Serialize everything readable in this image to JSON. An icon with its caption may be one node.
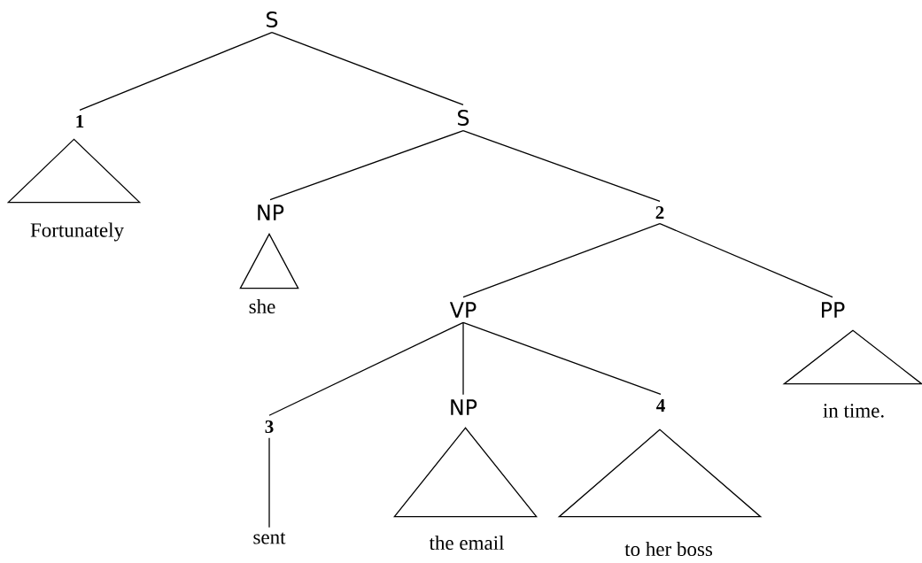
{
  "diagram": {
    "nodes": [
      {
        "text": [
          "S"
        ]
      },
      {
        "text": [
          "1"
        ]
      },
      {
        "text": [],
        "shape": "triangle"
      },
      {
        "text": [
          "Fortunately"
        ]
      },
      {
        "text": [
          "S"
        ]
      },
      {
        "text": [
          "NP"
        ]
      },
      {
        "text": [],
        "shape": "triangle"
      },
      {
        "text": [
          "she"
        ]
      },
      {
        "text": [
          "2"
        ]
      },
      {
        "text": [
          "VP"
        ]
      },
      {
        "text": [
          "PP"
        ]
      },
      {
        "text": [],
        "shape": "triangle"
      },
      {
        "text": [
          "in time."
        ]
      },
      {
        "text": [
          "3"
        ]
      },
      {
        "text": [
          "sent"
        ]
      },
      {
        "text": [
          "NP"
        ]
      },
      {
        "text": [],
        "shape": "triangle"
      },
      {
        "text": [
          "the email"
        ]
      },
      {
        "text": [
          "4"
        ]
      },
      {
        "text": [],
        "shape": "triangle"
      },
      {
        "text": [
          "to her boss"
        ]
      }
    ],
    "edges": [
      {
        "from": 0,
        "to": 1,
        "arrow": "none"
      },
      {
        "from": 0,
        "to": 4,
        "arrow": "none"
      },
      {
        "from": 4,
        "to": 5,
        "arrow": "none"
      },
      {
        "from": 4,
        "to": 8,
        "arrow": "none"
      },
      {
        "from": 8,
        "to": 9,
        "arrow": "none"
      },
      {
        "from": 8,
        "to": 10,
        "arrow": "none"
      },
      {
        "from": 9,
        "to": 13,
        "arrow": "none"
      },
      {
        "from": 9,
        "to": 15,
        "arrow": "none"
      },
      {
        "from": 9,
        "to": 18,
        "arrow": "none"
      },
      {
        "from": 13,
        "to": 14,
        "arrow": "none"
      }
    ]
  }
}
